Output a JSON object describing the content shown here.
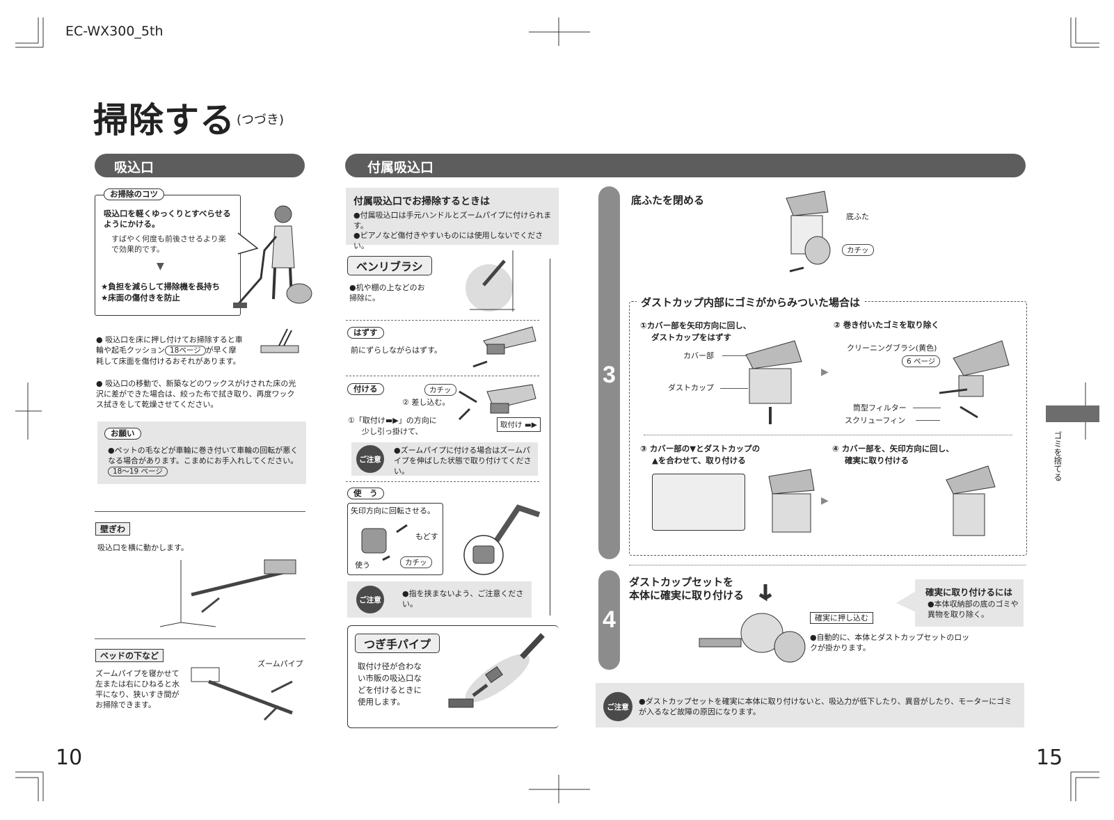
{
  "model": "EC-WX300_5th",
  "title": "掃除する",
  "title_sub": "(つづき)",
  "page_left": "10",
  "page_right": "15",
  "side_tab": "ゴミを捨てる",
  "left": {
    "header": "吸込口",
    "tip_label": "お掃除のコツ",
    "tip_main": "吸込口を軽くゆっくりとすべらせるようにかける。",
    "tip_paren": "すばやく何度も前後させるより楽で効果的です。",
    "tip_arrow": "▼",
    "tip_star1": "★負担を減らして掃除機を長持ち",
    "tip_star2": "★床面の傷付きを防止",
    "bullet1": "吸込口を床に押し付けてお掃除すると車輪や起毛クッション",
    "bullet1_ref": "18ページ",
    "bullet1b": "が早く摩耗して床面を傷付けるおそれがあります。",
    "bullet2": "吸込口の移動で、新築などのワックスがけされた床の光沢に差ができた場合は、絞った布で拭き取り、再度ワックス拭きをして乾燥させてください。",
    "request_label": "お願い",
    "request_text": "ペットの毛などが車輪に巻き付いて車輪の回転が悪くなる場合があります。こまめにお手入れしてください。",
    "request_ref": "18〜19 ページ",
    "wall_label": "壁ぎわ",
    "wall_text": "吸込口を横に動かします。",
    "bed_label": "ベッドの下など",
    "bed_text": "ズームパイプを寝かせて左または右にひねると水平になり、狭いすき間がお掃除できます。",
    "zoom_pipe": "ズームパイプ"
  },
  "middle": {
    "header": "付属吸込口",
    "box_title": "付属吸込口でお掃除するときは",
    "box_b1": "付属吸込口は手元ハンドルとズームパイプに付けられます。",
    "box_b2": "ピアノなど傷付きやすいものには使用しないでください。",
    "benri_label": "ベンリブラシ",
    "benri_text": "机や棚の上などのお掃除に。",
    "hazusu_label": "はずす",
    "hazusu_text": "前にずらしながらはずす。",
    "tsukeru_label": "付ける",
    "katchi": "カチッ",
    "step2": "② 差し込む。",
    "step1a": "①「取付け",
    "step1b": "」の方向に",
    "step1c": "少し引っ掛けて、",
    "toritsuke": "取付け",
    "caution_label": "ご注意",
    "caution1": "ズームパイプに付ける場合はズームパイプを伸ばした状態で取り付けてください。",
    "tsukau_label": "使　う",
    "tsukau_text": "矢印方向に回転させる。",
    "modosu": "もどす",
    "tsukau_small": "使う",
    "caution2": "指を挟まないよう、ご注意ください。",
    "pipe_label": "つぎ手パイプ",
    "pipe_text": "取付け径が合わない市販の吸込口などを付けるときに使用します。"
  },
  "right": {
    "step3": "3",
    "step4": "4",
    "close_title": "底ふたを閉める",
    "soko_futa": "底ふた",
    "katchi": "カチッ",
    "dust_header": "ダストカップ内部にゴミがからみついた場合は",
    "s1": "①カバー部を矢印方向に回し、",
    "s1b": "ダストカップをはずす",
    "cover": "カバー部",
    "dustcup": "ダストカップ",
    "s2": "② 巻き付いたゴミを取り除く",
    "brush": "クリーニングブラシ(黄色)",
    "brush_ref": "6 ページ",
    "filter": "筒型フィルター",
    "screw": "スクリューフィン",
    "s3": "③ カバー部の▼とダストカップの",
    "s3b": "▲を合わせて、取り付ける",
    "s4": "④ カバー部を、矢印方向に回し、",
    "s4b": "確実に取り付ける",
    "set_title1": "ダストカップセットを",
    "set_title2": "本体に確実に取り付ける",
    "push": "確実に押し込む",
    "auto_text": "自動的に、本体とダストカップセットのロックが掛かります。",
    "sure_title": "確実に取り付けるには",
    "sure_text": "本体収納部の底のゴミや異物を取り除く。",
    "caution_label": "ご注意",
    "caution_text": "ダストカップセットを確実に本体に取り付けないと、吸込力が低下したり、異音がしたり、モーターにゴミが入るなど故障の原因になります。"
  }
}
